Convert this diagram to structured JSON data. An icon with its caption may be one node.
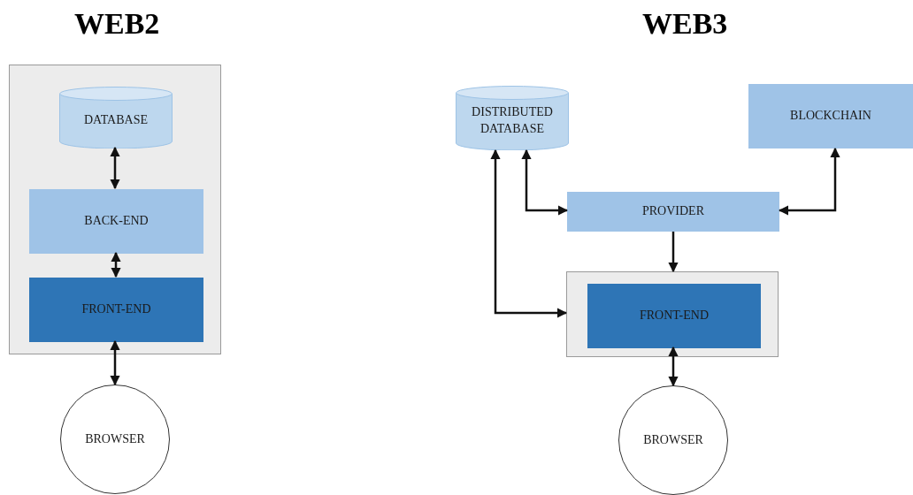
{
  "diagram": {
    "nodes": [
      {
        "text": [],
        "shape": "box"
      },
      {
        "text": [
          "DATABASE"
        ],
        "in": 0
      },
      {
        "text": [
          "BACK-END"
        ],
        "in": 0
      },
      {
        "text": [
          "FRONT-END"
        ],
        "in": 0
      },
      {
        "text": [
          "BROWSER"
        ]
      },
      {
        "text": [
          "DISTRIBUTED DATABASE"
        ]
      },
      {
        "text": [
          "BLOCKCHAIN"
        ]
      },
      {
        "text": [
          "PROVIDER"
        ]
      },
      {
        "text": [],
        "shape": "box"
      },
      {
        "text": [
          "FRONT-END"
        ],
        "in": 8
      },
      {
        "text": [
          "BROWSER"
        ]
      }
    ],
    "edges": [
      {
        "from": 1,
        "to": 2,
        "arrow": "both"
      },
      {
        "from": 2,
        "to": 3,
        "arrow": "both"
      },
      {
        "from": 3,
        "to": 4,
        "arrow": "both"
      },
      {
        "from": 5,
        "to": 7,
        "arrow": "both"
      },
      {
        "from": 5,
        "to": 8,
        "arrow": "both"
      },
      {
        "from": 6,
        "to": 7,
        "arrow": "both"
      },
      {
        "from": 7,
        "to": 8,
        "arrow": "to"
      },
      {
        "from": 9,
        "to": 10,
        "arrow": "both"
      }
    ],
    "labels": [
      "WEB2",
      "WEB3"
    ]
  }
}
